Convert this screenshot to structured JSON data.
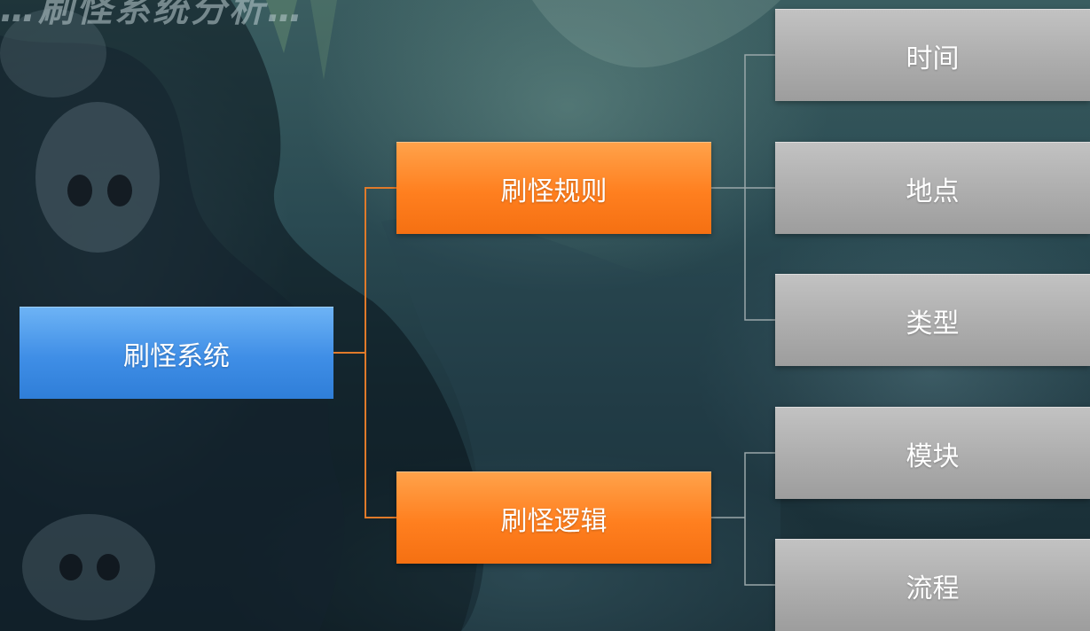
{
  "banner": {
    "text": "…刷怪系统分析…"
  },
  "diagram": {
    "root": {
      "label": "刷怪系统",
      "color": "#4a97ec"
    },
    "branches": [
      {
        "label": "刷怪规则",
        "color": "#ff8a2a",
        "children": [
          {
            "label": "时间"
          },
          {
            "label": "地点"
          },
          {
            "label": "类型"
          }
        ]
      },
      {
        "label": "刷怪逻辑",
        "color": "#ff8a2a",
        "children": [
          {
            "label": "模块"
          },
          {
            "label": "流程"
          }
        ]
      }
    ],
    "connector_colors": {
      "root_to_branch": "#e07a2a",
      "branch_to_leaf": "#9aa7aa"
    },
    "leaf_color": "#b4b4b4"
  }
}
